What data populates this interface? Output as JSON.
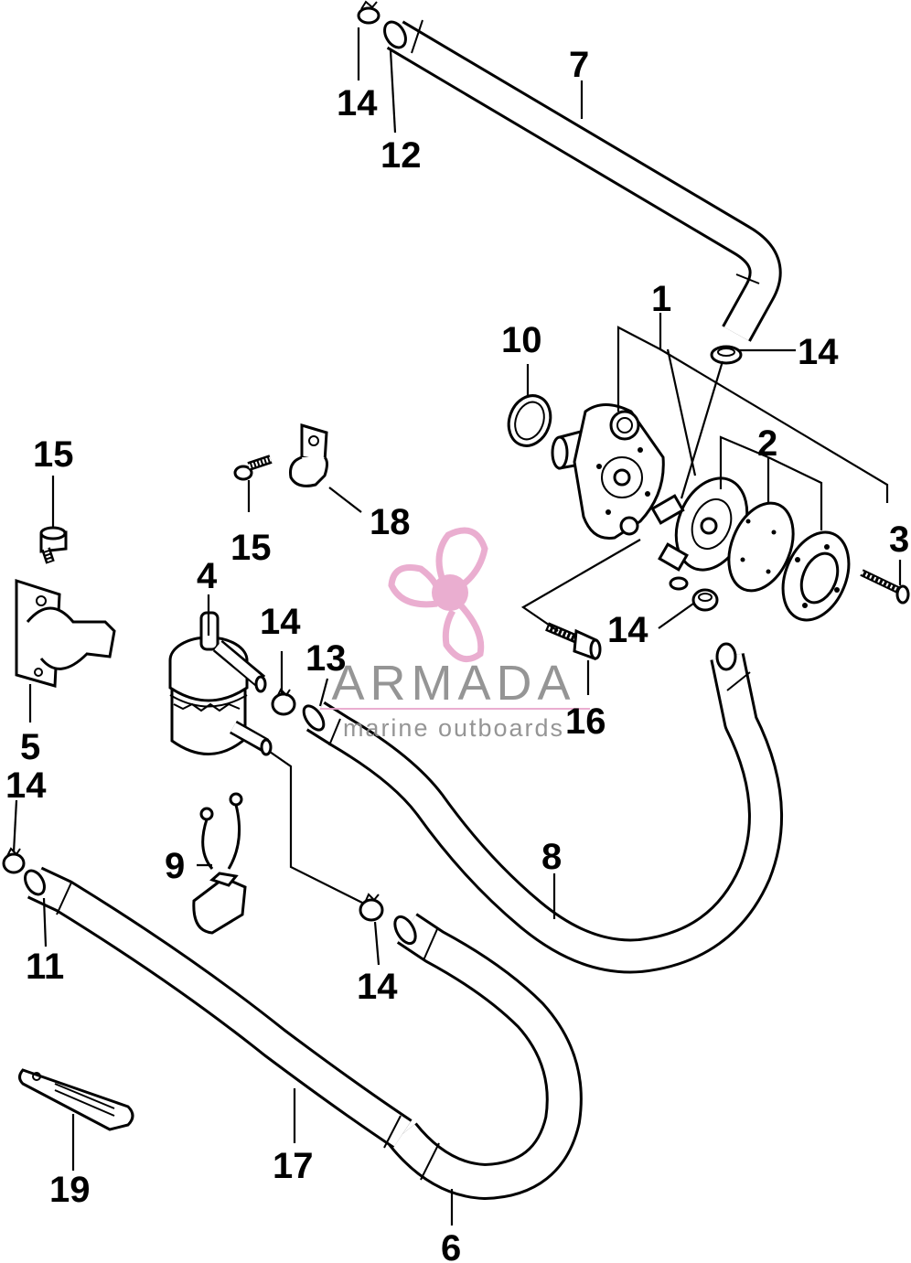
{
  "labels": [
    {
      "id": "1",
      "text": "1"
    },
    {
      "id": "2",
      "text": "2"
    },
    {
      "id": "3",
      "text": "3"
    },
    {
      "id": "4",
      "text": "4"
    },
    {
      "id": "5",
      "text": "5"
    },
    {
      "id": "6",
      "text": "6"
    },
    {
      "id": "7",
      "text": "7"
    },
    {
      "id": "8",
      "text": "8"
    },
    {
      "id": "9",
      "text": "9"
    },
    {
      "id": "10",
      "text": "10"
    },
    {
      "id": "11",
      "text": "11"
    },
    {
      "id": "12",
      "text": "12"
    },
    {
      "id": "13",
      "text": "13"
    },
    {
      "id": "14a",
      "text": "14"
    },
    {
      "id": "14b",
      "text": "14"
    },
    {
      "id": "14c",
      "text": "14"
    },
    {
      "id": "14d",
      "text": "14"
    },
    {
      "id": "14e",
      "text": "14"
    },
    {
      "id": "14f",
      "text": "14"
    },
    {
      "id": "15a",
      "text": "15"
    },
    {
      "id": "15b",
      "text": "15"
    },
    {
      "id": "16",
      "text": "16"
    },
    {
      "id": "17",
      "text": "17"
    },
    {
      "id": "18",
      "text": "18"
    },
    {
      "id": "19",
      "text": "19"
    }
  ],
  "watermark": {
    "brand": "ARMADA",
    "tagline": "marine outboards",
    "logo_icon": "propeller-logo-icon",
    "brand_color": "#e8a6cc",
    "text_color": "#8a8a8a"
  }
}
